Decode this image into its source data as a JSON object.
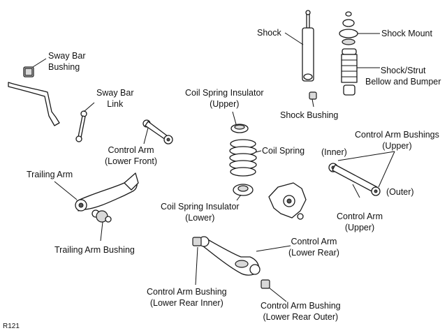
{
  "labels": {
    "sway_bar_bushing": [
      "Sway Bar",
      "Bushing"
    ],
    "sway_bar_link": [
      "Sway Bar",
      "Link"
    ],
    "control_arm_lower_front": [
      "Control Arm",
      "(Lower Front)"
    ],
    "trailing_arm": [
      "Trailing Arm"
    ],
    "trailing_arm_bushing": [
      "Trailing Arm Bushing"
    ],
    "coil_spring_insulator_upper": [
      "Coil Spring Insulator",
      "(Upper)"
    ],
    "coil_spring": [
      "Coil Spring"
    ],
    "coil_spring_insulator_lower": [
      "Coil Spring Insulator",
      "(Lower)"
    ],
    "shock": [
      "Shock"
    ],
    "shock_mount": [
      "Shock Mount"
    ],
    "shock_strut_bellow": [
      "Shock/Strut",
      "Bellow and Bumper"
    ],
    "shock_bushing": [
      "Shock Bushing"
    ],
    "control_arm_bushings_upper": [
      "Control Arm Bushings",
      "(Upper)"
    ],
    "inner": [
      "(Inner)"
    ],
    "outer": [
      "(Outer)"
    ],
    "control_arm_upper": [
      "Control Arm",
      "(Upper)"
    ],
    "control_arm_lower_rear": [
      "Control Arm",
      "(Lower Rear)"
    ],
    "control_arm_bushing_lower_rear_inner": [
      "Control Arm Bushing",
      "(Lower Rear Inner)"
    ],
    "control_arm_bushing_lower_rear_outer": [
      "Control Arm Bushing",
      "(Lower Rear Outer)"
    ]
  },
  "figure_code": "R121"
}
